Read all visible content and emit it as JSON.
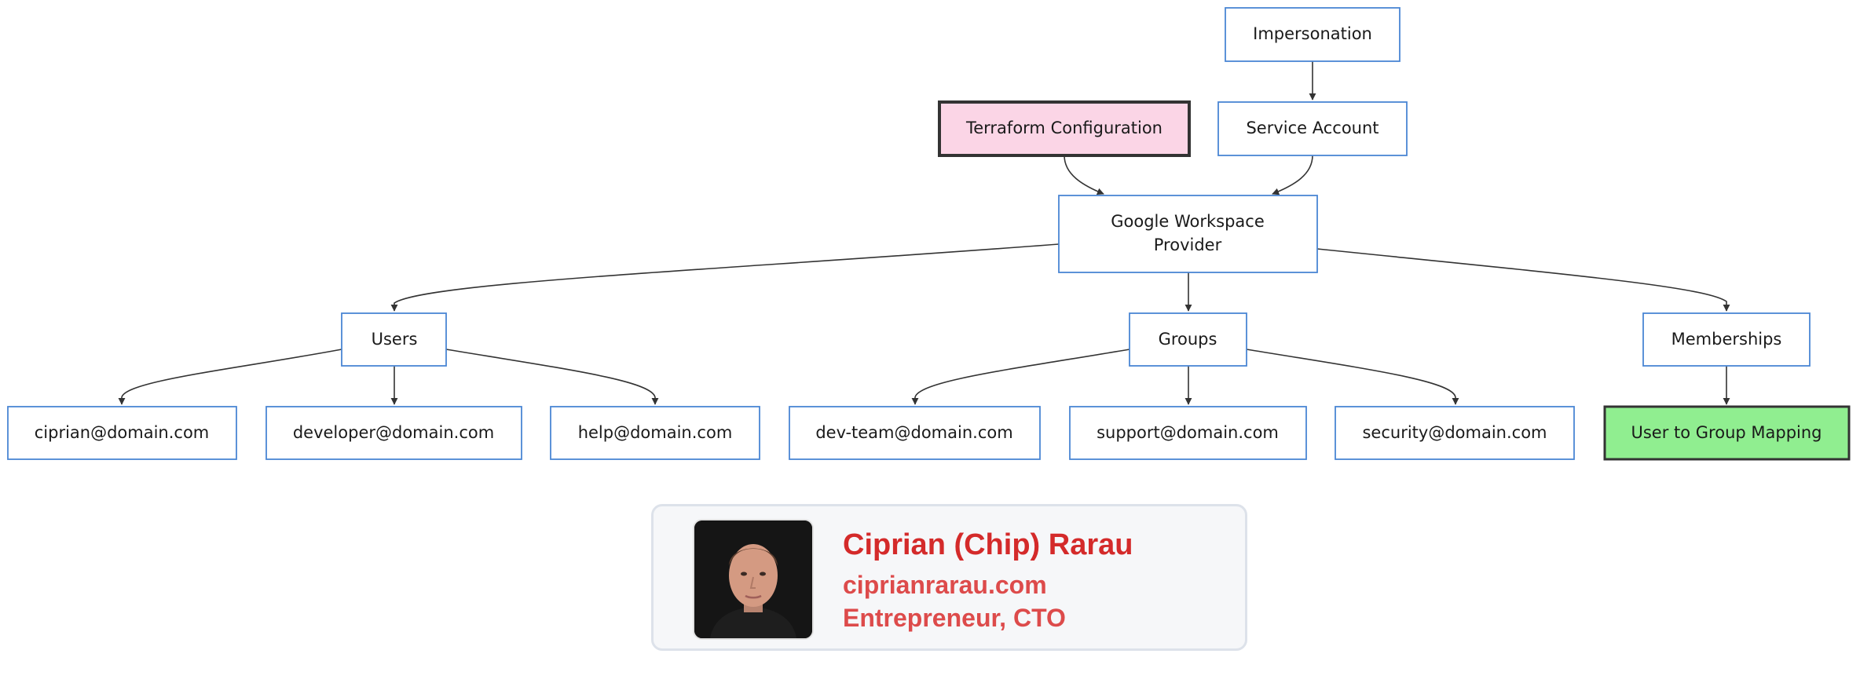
{
  "diagram": {
    "nodes": {
      "impersonation": "Impersonation",
      "terraform": "Terraform Configuration",
      "service_account": "Service Account",
      "provider_line1": "Google Workspace",
      "provider_line2": "Provider",
      "users": "Users",
      "groups": "Groups",
      "memberships": "Memberships",
      "user_ciprian": "ciprian@domain.com",
      "user_developer": "developer@domain.com",
      "user_help": "help@domain.com",
      "group_dev_team": "dev-team@domain.com",
      "group_support": "support@domain.com",
      "group_security": "security@domain.com",
      "mapping": "User to Group Mapping"
    },
    "edges": [
      [
        "impersonation",
        "service_account"
      ],
      [
        "terraform",
        "provider"
      ],
      [
        "service_account",
        "provider"
      ],
      [
        "provider",
        "users"
      ],
      [
        "provider",
        "groups"
      ],
      [
        "provider",
        "memberships"
      ],
      [
        "users",
        "user_ciprian"
      ],
      [
        "users",
        "user_developer"
      ],
      [
        "users",
        "user_help"
      ],
      [
        "groups",
        "group_dev_team"
      ],
      [
        "groups",
        "group_support"
      ],
      [
        "groups",
        "group_security"
      ],
      [
        "memberships",
        "mapping"
      ]
    ],
    "colors": {
      "node_border": "#4a86d4",
      "node_fill": "#ffffff",
      "terraform_fill": "#fbd5e6",
      "terraform_border": "#333333",
      "mapping_fill": "#90ee90",
      "mapping_border": "#333333",
      "edge": "#333333"
    }
  },
  "profile_card": {
    "name": "Ciprian (Chip) Rarau",
    "website": "ciprianrarau.com",
    "role": "Entrepreneur, CTO",
    "name_color": "#d42a2a",
    "text_color": "#dd4b4b",
    "avatar": "portrait-photo"
  }
}
